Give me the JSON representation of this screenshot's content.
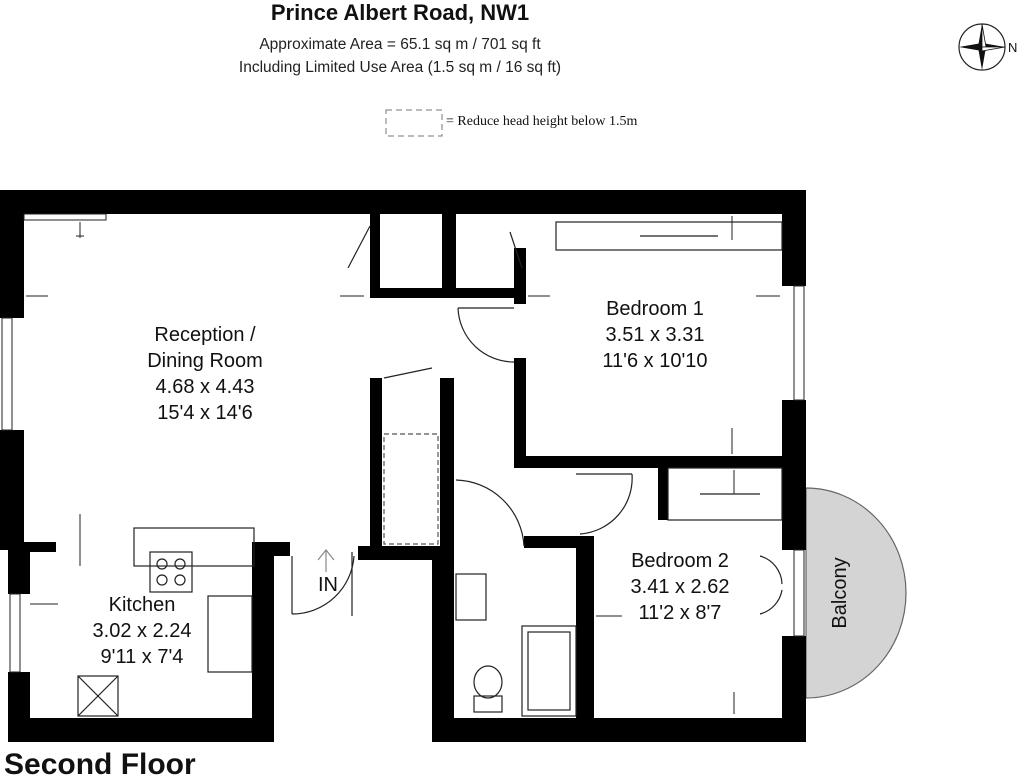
{
  "header": {
    "title": "Prince Albert Road, NW1",
    "area_line": "Approximate Area = 65.1 sq m / 701 sq ft",
    "limited_line": "Including Limited Use Area (1.5 sq m / 16 sq ft)"
  },
  "key": {
    "text": "= Reduce head height below 1.5m"
  },
  "compass": {
    "north_label": "N"
  },
  "rooms": {
    "reception": {
      "name1": "Reception /",
      "name2": "Dining Room",
      "metric": "4.68 x 4.43",
      "imperial": "15'4 x 14'6"
    },
    "bedroom1": {
      "name": "Bedroom 1",
      "metric": "3.51 x 3.31",
      "imperial": "11'6 x 10'10"
    },
    "bedroom2": {
      "name": "Bedroom 2",
      "metric": "3.41 x 2.62",
      "imperial": "11'2 x 8'7"
    },
    "kitchen": {
      "name": "Kitchen",
      "metric": "3.02 x 2.24",
      "imperial": "9'11 x 7'4"
    },
    "balcony": {
      "name": "Balcony"
    },
    "entrance": {
      "label": "IN"
    }
  },
  "footer": {
    "floor": "Second Floor"
  }
}
